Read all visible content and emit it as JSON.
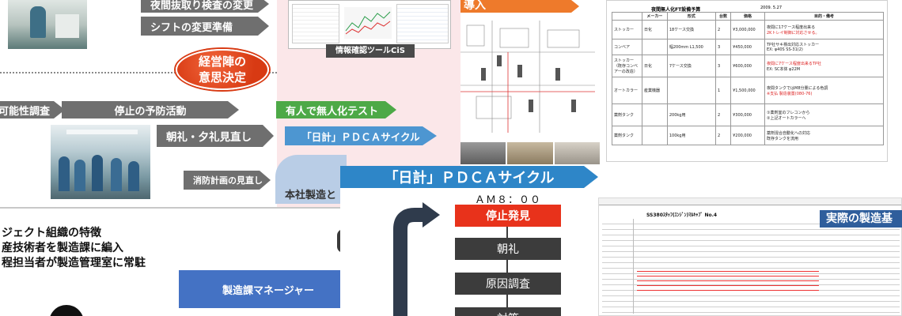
{
  "top_left": {
    "arrows": [
      "夜間抜取り検査の変更",
      "シフトの変更準備"
    ],
    "decision_oval": [
      "経営陣の",
      "意思決定"
    ],
    "cis_caption": "情報確認ツールCiS",
    "orange_banner": "導入"
  },
  "middle_row": {
    "cut_label": "可能性調査",
    "prevention": "停止の予防活動",
    "green": "有人で無人化テスト",
    "morning": "朝礼・夕礼見直し",
    "nikkei_small": "「日計」ＰＤＣＡサイクル",
    "fire_plan": "消防計画の見直し",
    "honsha": "本社製造と"
  },
  "bottom_left": {
    "lines": [
      "ジェクト組織の特徴",
      "産技術者を製造課に編入",
      "程担当者が製造管理室に常駐"
    ],
    "manager": "製造課マネージャー"
  },
  "pdca": {
    "title": "「日計」ＰＤＣＡサイクル",
    "time": "ＡＭ８：００",
    "steps": [
      "停止発見",
      "朝礼",
      "原因調査",
      "対策"
    ]
  },
  "right_doc": {
    "header_date": "2009. 5.27",
    "header_title": "夜間無人化FT設備予算",
    "col_headers": [
      "メーカー",
      "形式",
      "台数",
      "価格",
      "目的・備考"
    ],
    "rows": [
      {
        "name": "ストッカー",
        "maker": "日化",
        "type": "18ケース交換",
        "qty": "2",
        "price": "¥3,000,000",
        "note": "夜間に17ケース程度出来る",
        "note2": "2Kトレイ制御に対応させる。"
      },
      {
        "name": "コンベア",
        "maker": "",
        "type": "幅200mm L1,500",
        "qty": "3",
        "price": "¥450,000",
        "note": "TP社サキ検出対応ストッカー",
        "note2": "EX: φ40S SS-31(2)"
      },
      {
        "name": "ストッカー（既存コンベアーの改造）",
        "maker": "日化",
        "type": "7ケース交換",
        "qty": "3",
        "price": "¥600,000",
        "note": "夜間に7ケース程度出来るTP社",
        "note2": "EX: SC本体 φ22M"
      },
      {
        "name": "オートカラー",
        "maker": "産業機器",
        "type": "",
        "qty": "1",
        "price": "¥1,500,000",
        "note": "夜間タンクではM8分量による色調",
        "note2": "※支払 製造装置(080-76)"
      },
      {
        "name": "薬剤タンク",
        "maker": "",
        "type": "200kg用",
        "qty": "2",
        "price": "¥300,000",
        "note": "①薬剤室のフレコンから",
        "note2": "②上記オートカラーへ"
      },
      {
        "name": "薬剤タンク",
        "maker": "",
        "type": "100kg用",
        "qty": "2",
        "price": "¥200,000",
        "note": "薬剤混合自動化への対応",
        "note2": "既存タンクを流用"
      }
    ]
  },
  "report_doc": {
    "title": "SS380ｽﾀｯﾌ(ｴﾝｼﾞﾝ)ﾏﾙｷｬﾌﾟ No.4",
    "banner": "実際の製造基"
  }
}
